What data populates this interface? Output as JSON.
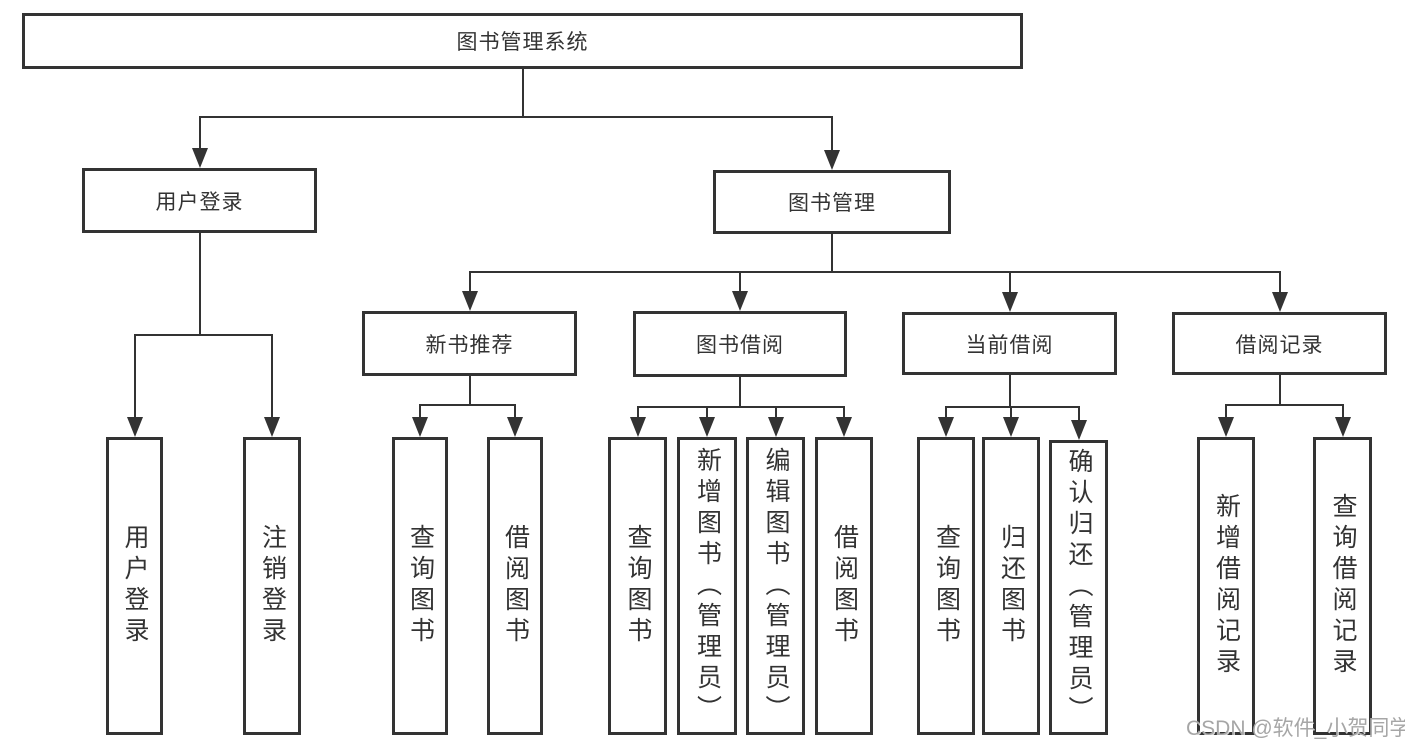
{
  "colors": {
    "line": "#333333",
    "box_border": "#333333",
    "text": "#333333",
    "background": "#ffffff",
    "watermark": "#a6a6a6"
  },
  "watermark": {
    "text": "CSDN @软件_小贺同学"
  },
  "tree": {
    "root": {
      "id": "root",
      "label": "图书管理系统",
      "orientation": "horizontal"
    },
    "nodes": [
      {
        "id": "user-login",
        "label": "用户登录",
        "parent": "root",
        "orientation": "horizontal"
      },
      {
        "id": "book-mgmt",
        "label": "图书管理",
        "parent": "root",
        "orientation": "horizontal"
      },
      {
        "id": "leaf-user-login",
        "label": "用户登录",
        "parent": "user-login",
        "orientation": "vertical"
      },
      {
        "id": "leaf-logout",
        "label": "注销登录",
        "parent": "user-login",
        "orientation": "vertical"
      },
      {
        "id": "new-book-rec",
        "label": "新书推荐",
        "parent": "book-mgmt",
        "orientation": "horizontal"
      },
      {
        "id": "book-borrow",
        "label": "图书借阅",
        "parent": "book-mgmt",
        "orientation": "horizontal"
      },
      {
        "id": "current-borrow",
        "label": "当前借阅",
        "parent": "book-mgmt",
        "orientation": "horizontal"
      },
      {
        "id": "borrow-records",
        "label": "借阅记录",
        "parent": "book-mgmt",
        "orientation": "horizontal"
      },
      {
        "id": "leaf-query-book-1",
        "label": "查询图书",
        "parent": "new-book-rec",
        "orientation": "vertical"
      },
      {
        "id": "leaf-borrow-book-1",
        "label": "借阅图书",
        "parent": "new-book-rec",
        "orientation": "vertical"
      },
      {
        "id": "leaf-query-book-2",
        "label": "查询图书",
        "parent": "book-borrow",
        "orientation": "vertical"
      },
      {
        "id": "leaf-add-book",
        "label": "新增图书（管理员）",
        "parent": "book-borrow",
        "orientation": "vertical"
      },
      {
        "id": "leaf-edit-book",
        "label": "编辑图书（管理员）",
        "parent": "book-borrow",
        "orientation": "vertical"
      },
      {
        "id": "leaf-borrow-book-2",
        "label": "借阅图书",
        "parent": "book-borrow",
        "orientation": "vertical"
      },
      {
        "id": "leaf-query-book-3",
        "label": "查询图书",
        "parent": "current-borrow",
        "orientation": "vertical"
      },
      {
        "id": "leaf-return-book",
        "label": "归还图书",
        "parent": "current-borrow",
        "orientation": "vertical"
      },
      {
        "id": "leaf-confirm-return",
        "label": "确认归还（管理员）",
        "parent": "current-borrow",
        "orientation": "vertical"
      },
      {
        "id": "leaf-add-borrow-record",
        "label": "新增借阅记录",
        "parent": "borrow-records",
        "orientation": "vertical"
      },
      {
        "id": "leaf-query-borrow-record",
        "label": "查询借阅记录",
        "parent": "borrow-records",
        "orientation": "vertical"
      }
    ]
  }
}
